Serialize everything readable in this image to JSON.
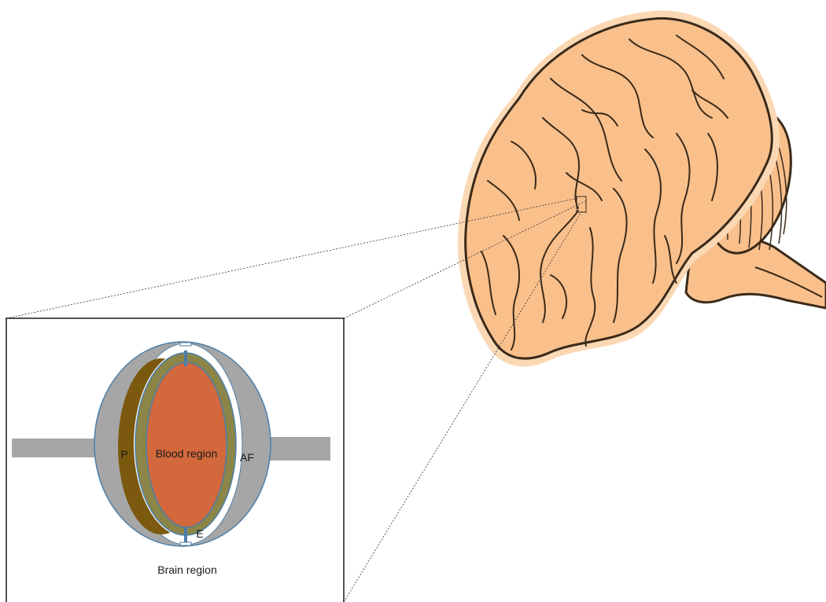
{
  "labels": {
    "blood_region": "Blood region",
    "brain_region": "Brain region",
    "p": "P",
    "af": "AF",
    "e": "E"
  },
  "colors": {
    "brain_fill": "#f9c08c",
    "brain_outline": "#3a2a1a",
    "brain_halo": "#fbd8b4",
    "blood_region": "#d2683b",
    "endothelium_ring": "#8b8647",
    "pericyte": "#7b5a0f",
    "astrocyte_feet": "#a6a6a6",
    "membrane": "#4d7ea8"
  },
  "icons": {
    "brain": "brain-illustration",
    "cerebellum": "cerebellum",
    "brainstem": "brainstem"
  }
}
